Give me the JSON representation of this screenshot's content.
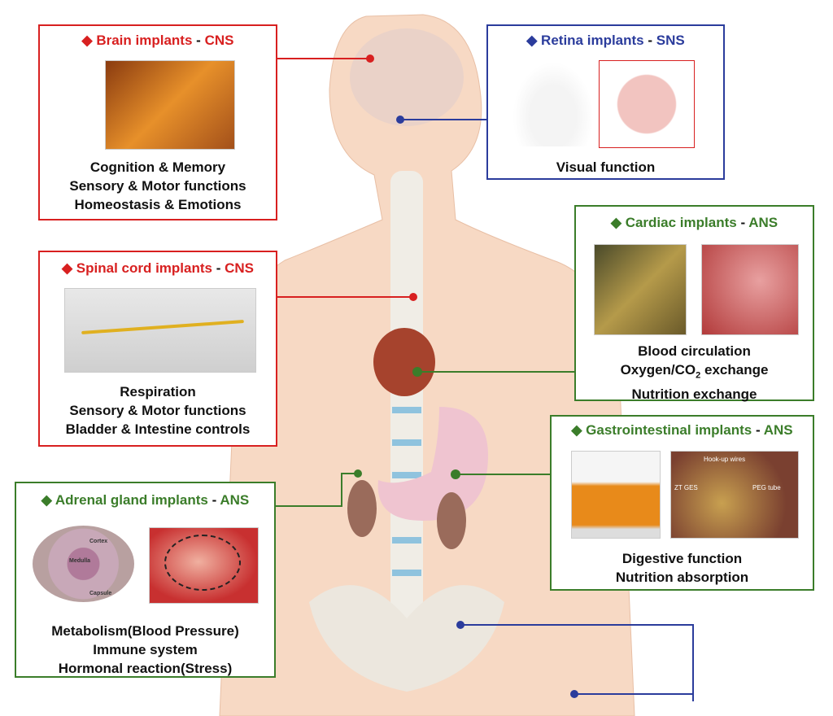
{
  "colors": {
    "cns": "#d82020",
    "sns": "#2b3c9c",
    "ans": "#3b7d2a"
  },
  "brain": {
    "title": "Brain implants",
    "system": "CNS",
    "functions": [
      "Cognition & Memory",
      "Sensory & Motor functions",
      "Homeostasis & Emotions"
    ]
  },
  "retina": {
    "title": "Retina implants",
    "system": "SNS",
    "functions": [
      "Visual function"
    ]
  },
  "cardiac": {
    "title": "Cardiac implants",
    "system": "ANS",
    "functions": [
      "Blood circulation",
      "Oxygen/CO2 exchange",
      "Nutrition exchange"
    ]
  },
  "spinal": {
    "title": "Spinal cord implants",
    "system": "CNS",
    "functions": [
      "Respiration",
      "Sensory & Motor functions",
      "Bladder & Intestine controls"
    ]
  },
  "gi": {
    "title": "Gastrointestinal implants",
    "system": "ANS",
    "functions": [
      "Digestive function",
      "Nutrition absorption"
    ],
    "image_labels": [
      "Hook-up wires",
      "PEG tube",
      "ZT GES"
    ]
  },
  "adrenal": {
    "title": "Adrenal gland implants",
    "system": "ANS",
    "functions": [
      "Metabolism(Blood Pressure)",
      "Immune system",
      "Hormonal reaction(Stress)"
    ],
    "image_labels": [
      "Cortex",
      "Medulla",
      "Capsule"
    ]
  },
  "dash": "-",
  "bullet": "◆"
}
